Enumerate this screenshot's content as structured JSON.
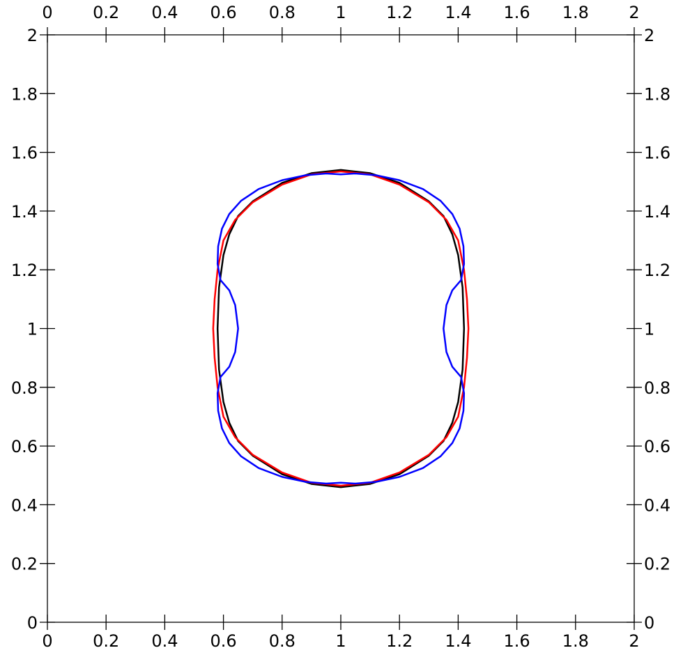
{
  "chart_data": {
    "type": "line",
    "title": "",
    "xlabel": "",
    "ylabel": "",
    "xlim": [
      0,
      2
    ],
    "ylim": [
      0,
      2
    ],
    "grid": false,
    "legend": "none",
    "ticks": {
      "x": [
        "0",
        "0.2",
        "0.4",
        "0.6",
        "0.8",
        "1",
        "1.2",
        "1.4",
        "1.6",
        "1.8",
        "2"
      ],
      "y": [
        "0",
        "0.2",
        "0.4",
        "0.6",
        "0.8",
        "1",
        "1.2",
        "1.4",
        "1.6",
        "1.8",
        "2"
      ],
      "x_values": [
        0,
        0.2,
        0.4,
        0.6,
        0.8,
        1,
        1.2,
        1.4,
        1.6,
        1.8,
        2
      ],
      "y_values": [
        0,
        0.2,
        0.4,
        0.6,
        0.8,
        1,
        1.2,
        1.4,
        1.6,
        1.8,
        2
      ]
    },
    "series": [
      {
        "color": "#000000",
        "points": [
          [
            1.0,
            1.54
          ],
          [
            1.1,
            1.529
          ],
          [
            1.2,
            1.496
          ],
          [
            1.3,
            1.433
          ],
          [
            1.35,
            1.383
          ],
          [
            1.38,
            1.321
          ],
          [
            1.4,
            1.25
          ],
          [
            1.415,
            1.14
          ],
          [
            1.42,
            1.0
          ],
          [
            1.415,
            0.86
          ],
          [
            1.4,
            0.75
          ],
          [
            1.38,
            0.679
          ],
          [
            1.35,
            0.617
          ],
          [
            1.3,
            0.567
          ],
          [
            1.2,
            0.504
          ],
          [
            1.1,
            0.471
          ],
          [
            1.0,
            0.46
          ],
          [
            0.9,
            0.471
          ],
          [
            0.8,
            0.504
          ],
          [
            0.7,
            0.567
          ],
          [
            0.65,
            0.617
          ],
          [
            0.62,
            0.679
          ],
          [
            0.6,
            0.75
          ],
          [
            0.585,
            0.86
          ],
          [
            0.58,
            1.0
          ],
          [
            0.585,
            1.14
          ],
          [
            0.6,
            1.25
          ],
          [
            0.62,
            1.321
          ],
          [
            0.65,
            1.383
          ],
          [
            0.7,
            1.433
          ],
          [
            0.8,
            1.496
          ],
          [
            0.9,
            1.529
          ],
          [
            1.0,
            1.54
          ]
        ]
      },
      {
        "color": "#ff0000",
        "points": [
          [
            1.0,
            1.535
          ],
          [
            1.1,
            1.525
          ],
          [
            1.2,
            1.49
          ],
          [
            1.3,
            1.43
          ],
          [
            1.36,
            1.37
          ],
          [
            1.4,
            1.3
          ],
          [
            1.42,
            1.2
          ],
          [
            1.43,
            1.1
          ],
          [
            1.435,
            1.0
          ],
          [
            1.43,
            0.9
          ],
          [
            1.42,
            0.8
          ],
          [
            1.4,
            0.7
          ],
          [
            1.36,
            0.63
          ],
          [
            1.3,
            0.57
          ],
          [
            1.2,
            0.51
          ],
          [
            1.1,
            0.475
          ],
          [
            1.0,
            0.465
          ],
          [
            0.9,
            0.475
          ],
          [
            0.8,
            0.51
          ],
          [
            0.7,
            0.57
          ],
          [
            0.64,
            0.63
          ],
          [
            0.6,
            0.7
          ],
          [
            0.58,
            0.8
          ],
          [
            0.57,
            0.9
          ],
          [
            0.565,
            1.0
          ],
          [
            0.57,
            1.1
          ],
          [
            0.58,
            1.2
          ],
          [
            0.6,
            1.3
          ],
          [
            0.64,
            1.37
          ],
          [
            0.7,
            1.43
          ],
          [
            0.8,
            1.49
          ],
          [
            0.9,
            1.525
          ],
          [
            1.0,
            1.535
          ]
        ]
      },
      {
        "color": "#0000ff",
        "points": [
          [
            1.0,
            1.525
          ],
          [
            1.05,
            1.528
          ],
          [
            1.12,
            1.522
          ],
          [
            1.2,
            1.505
          ],
          [
            1.28,
            1.475
          ],
          [
            1.34,
            1.435
          ],
          [
            1.38,
            1.39
          ],
          [
            1.405,
            1.34
          ],
          [
            1.418,
            1.28
          ],
          [
            1.42,
            1.22
          ],
          [
            1.41,
            1.165
          ],
          [
            1.38,
            1.13
          ],
          [
            1.36,
            1.08
          ],
          [
            1.35,
            1.0
          ],
          [
            1.36,
            0.92
          ],
          [
            1.38,
            0.87
          ],
          [
            1.41,
            0.835
          ],
          [
            1.42,
            0.78
          ],
          [
            1.418,
            0.72
          ],
          [
            1.405,
            0.66
          ],
          [
            1.38,
            0.61
          ],
          [
            1.34,
            0.565
          ],
          [
            1.28,
            0.525
          ],
          [
            1.2,
            0.495
          ],
          [
            1.12,
            0.478
          ],
          [
            1.05,
            0.472
          ],
          [
            1.0,
            0.475
          ],
          [
            0.95,
            0.472
          ],
          [
            0.88,
            0.478
          ],
          [
            0.8,
            0.495
          ],
          [
            0.72,
            0.525
          ],
          [
            0.66,
            0.565
          ],
          [
            0.62,
            0.61
          ],
          [
            0.595,
            0.66
          ],
          [
            0.582,
            0.72
          ],
          [
            0.58,
            0.78
          ],
          [
            0.59,
            0.835
          ],
          [
            0.62,
            0.87
          ],
          [
            0.64,
            0.92
          ],
          [
            0.65,
            1.0
          ],
          [
            0.64,
            1.08
          ],
          [
            0.62,
            1.13
          ],
          [
            0.59,
            1.165
          ],
          [
            0.58,
            1.22
          ],
          [
            0.582,
            1.28
          ],
          [
            0.595,
            1.34
          ],
          [
            0.62,
            1.39
          ],
          [
            0.66,
            1.435
          ],
          [
            0.72,
            1.475
          ],
          [
            0.8,
            1.505
          ],
          [
            0.88,
            1.522
          ],
          [
            0.95,
            1.528
          ],
          [
            1.0,
            1.525
          ]
        ]
      }
    ]
  }
}
